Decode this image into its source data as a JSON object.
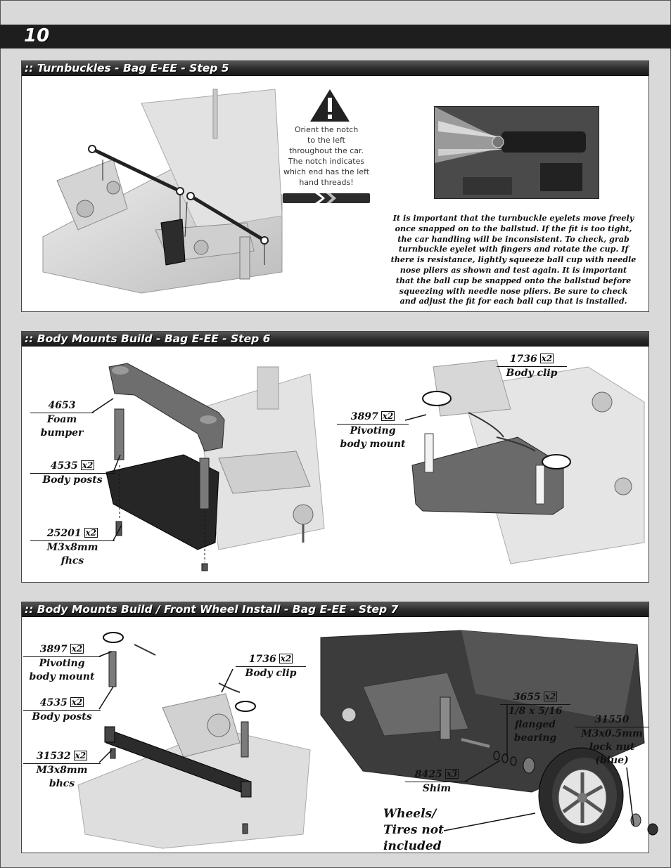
{
  "page": {
    "number": "10"
  },
  "steps": [
    {
      "title": ":: Turnbuckles - Bag E-EE - Step 5",
      "warning_note": [
        "Orient the notch",
        "to the left",
        "throughout the car.",
        "The notch indicates",
        "which end has the left",
        "hand threads!"
      ],
      "paragraph": [
        "It is important that the turnbuckle eyelets move freely",
        "once snapped on to the ballstud.  If the fit is too tight,",
        "the car handling will be inconsistent.  To check, grab",
        "turnbuckle eyelet with fingers and rotate the cup.  If",
        "there is resistance, lightly squeeze ball cup with needle",
        "nose pliers as shown and test again.  It is important",
        "that the ball cup be snapped onto the ballstud before",
        "squeezing with needle nose pliers.  Be sure to check",
        "and adjust the fit for each ball cup that is installed."
      ]
    },
    {
      "title": ":: Body Mounts Build - Bag E-EE - Step 6",
      "callouts": [
        {
          "part": "4653",
          "qty": "",
          "desc": [
            "Foam",
            "bumper"
          ]
        },
        {
          "part": "4535",
          "qty": "x2",
          "desc": [
            "Body posts"
          ]
        },
        {
          "part": "25201",
          "qty": "x2",
          "desc": [
            "M3x8mm",
            "fhcs"
          ]
        },
        {
          "part": "3897",
          "qty": "x2",
          "desc": [
            "Pivoting",
            "body mount"
          ]
        },
        {
          "part": "1736",
          "qty": "x2",
          "desc": [
            "Body clip"
          ]
        }
      ]
    },
    {
      "title": ":: Body Mounts Build / Front Wheel Install - Bag E-EE - Step 7",
      "callouts": [
        {
          "part": "3897",
          "qty": "x2",
          "desc": [
            "Pivoting",
            "body mount"
          ]
        },
        {
          "part": "1736",
          "qty": "x2",
          "desc": [
            "Body clip"
          ]
        },
        {
          "part": "4535",
          "qty": "x2",
          "desc": [
            "Body posts"
          ]
        },
        {
          "part": "31532",
          "qty": "x2",
          "desc": [
            "M3x8mm",
            "bhcs"
          ]
        },
        {
          "part": "3655",
          "qty": "x2",
          "desc": [
            "1/8 x 5/16",
            "flanged",
            "bearing"
          ]
        },
        {
          "part": "31550",
          "qty": "",
          "desc": [
            "M3x0.5mm",
            "lock nut",
            "(blue)"
          ]
        },
        {
          "part": "8425",
          "qty": "x3",
          "desc": [
            "Shim"
          ]
        }
      ],
      "wheels_note": [
        "Wheels/",
        "Tires not",
        "included"
      ]
    }
  ]
}
